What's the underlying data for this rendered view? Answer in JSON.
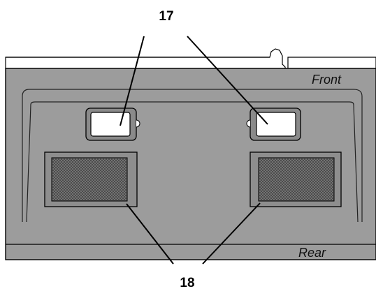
{
  "labels": {
    "front": "Front",
    "rear": "Rear"
  },
  "callouts": {
    "top": "17",
    "bottom": "18"
  },
  "colors": {
    "panel_fill": "#9c9c9c",
    "outline": "#000000",
    "window_fill": "#ffffff",
    "grille_fill": "#6e6e6e"
  }
}
